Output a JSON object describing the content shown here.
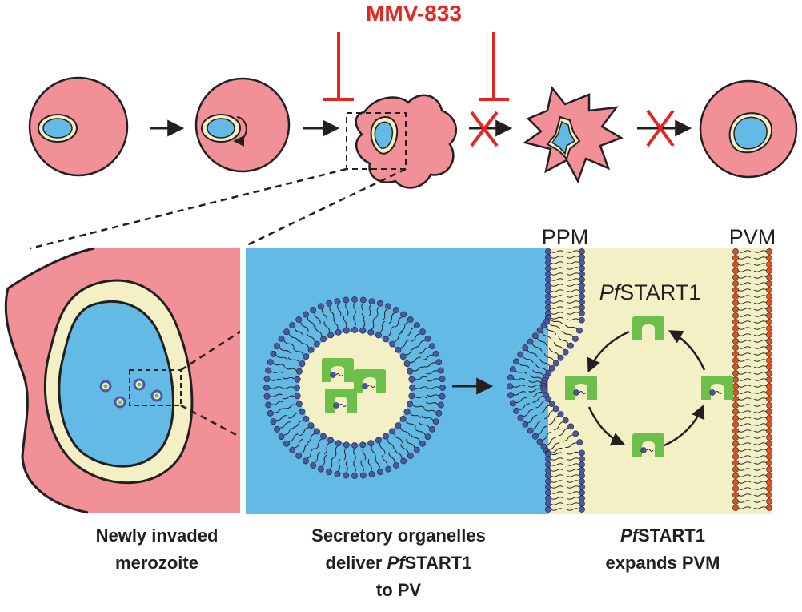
{
  "colors": {
    "rbc": "#f29097",
    "parasite": "#62bae5",
    "pv_space": "#f3f0c6",
    "protein": "#6cbf4a",
    "inhibitor": "#e52521",
    "ppm_headgroup": "#4b57a6",
    "pvm_headgroup": "#e84e1b"
  },
  "drug_label": "MMV-833",
  "membranes": {
    "ppm": "PPM",
    "pvm": "PVM"
  },
  "protein": {
    "prefix": "Pf",
    "name": "START1"
  },
  "captions": {
    "left": [
      "Newly invaded",
      "merozoite"
    ],
    "middle": [
      "Secretory organelles",
      "deliver ",
      "Pf",
      "START1",
      "to PV"
    ],
    "right": [
      "Pf",
      "START1",
      "expands PVM"
    ]
  },
  "stages": [
    {
      "id": "stage-1",
      "state": "ring-parasite"
    },
    {
      "id": "stage-2",
      "state": "parasite-rotating"
    },
    {
      "id": "stage-3",
      "state": "echinocyte"
    },
    {
      "id": "stage-4",
      "state": "blocked-echinocyte"
    },
    {
      "id": "stage-5",
      "state": "blocked-recovered"
    }
  ],
  "blocked_steps": [
    "stage-3 to stage-4",
    "stage-4 to stage-5"
  ],
  "icons": [
    "arrow-icon",
    "inhibition-bar-icon",
    "block-x-icon",
    "zoom-box-icon"
  ]
}
